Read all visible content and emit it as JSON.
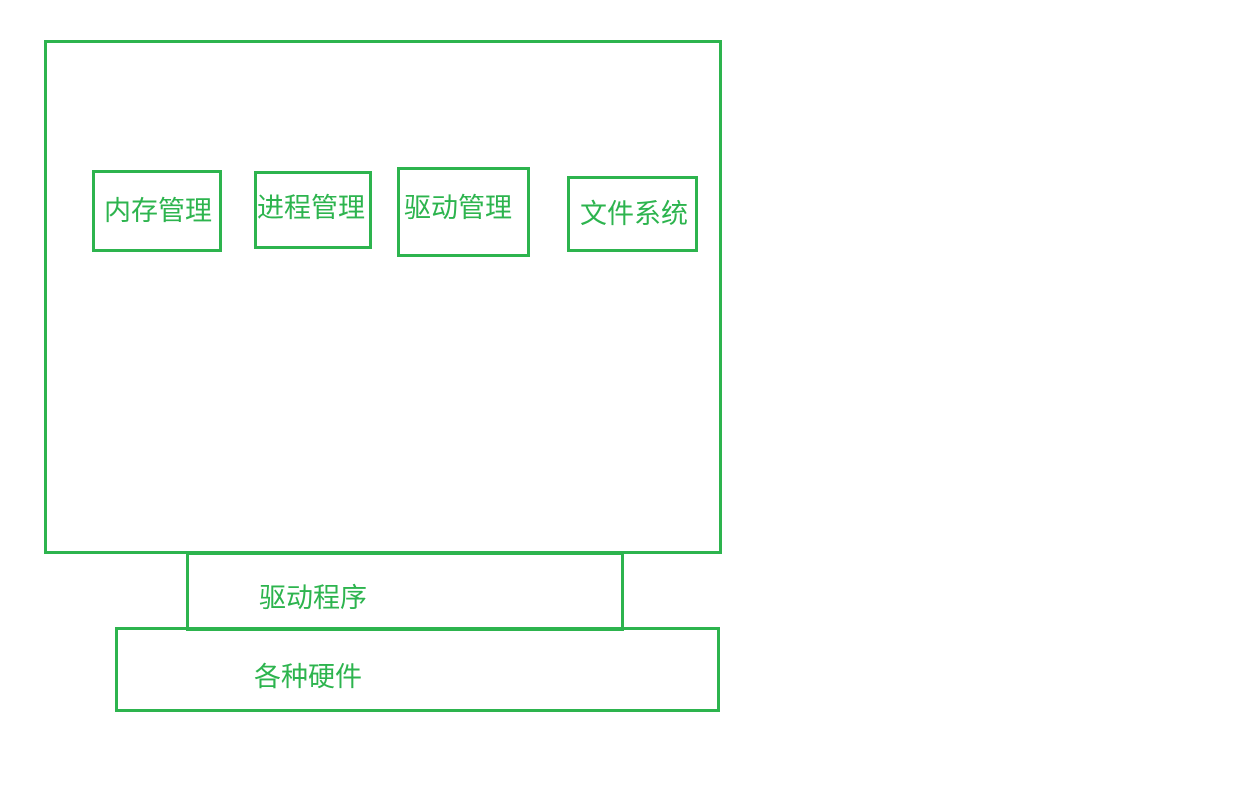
{
  "diagram": {
    "color": "#2db44e",
    "kernel": {
      "modules": [
        {
          "label": "内存管理"
        },
        {
          "label": "进程管理"
        },
        {
          "label": "驱动管理"
        },
        {
          "label": "文件系统"
        }
      ]
    },
    "driver_layer": {
      "label": "驱动程序"
    },
    "hardware_layer": {
      "label": "各种硬件"
    }
  }
}
